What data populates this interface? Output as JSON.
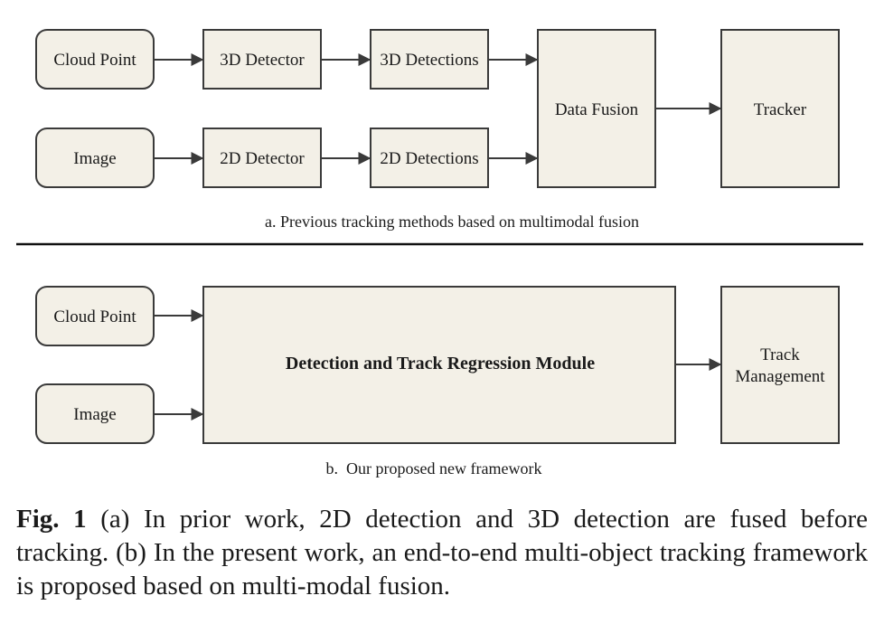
{
  "part_a": {
    "cloud_point": "Cloud Point",
    "image": "Image",
    "detector_3d": "3D Detector",
    "detector_2d": "2D Detector",
    "detections_3d": "3D Detections",
    "detections_2d": "2D Detections",
    "data_fusion": "Data Fusion",
    "tracker": "Tracker",
    "caption": "a. Previous tracking methods based on multimodal fusion"
  },
  "part_b": {
    "cloud_point": "Cloud Point",
    "image": "Image",
    "module": "Detection and Track Regression Module",
    "track_line1": "Track",
    "track_line2": "Management",
    "caption": "b.  Our proposed new framework"
  },
  "figure_caption": {
    "label": "Fig. 1",
    "text": " (a) In prior work, 2D detection and 3D detection are fused before tracking. (b) In the present work, an end-to-end multi-object tracking framework is proposed based on multi-modal fusion."
  }
}
